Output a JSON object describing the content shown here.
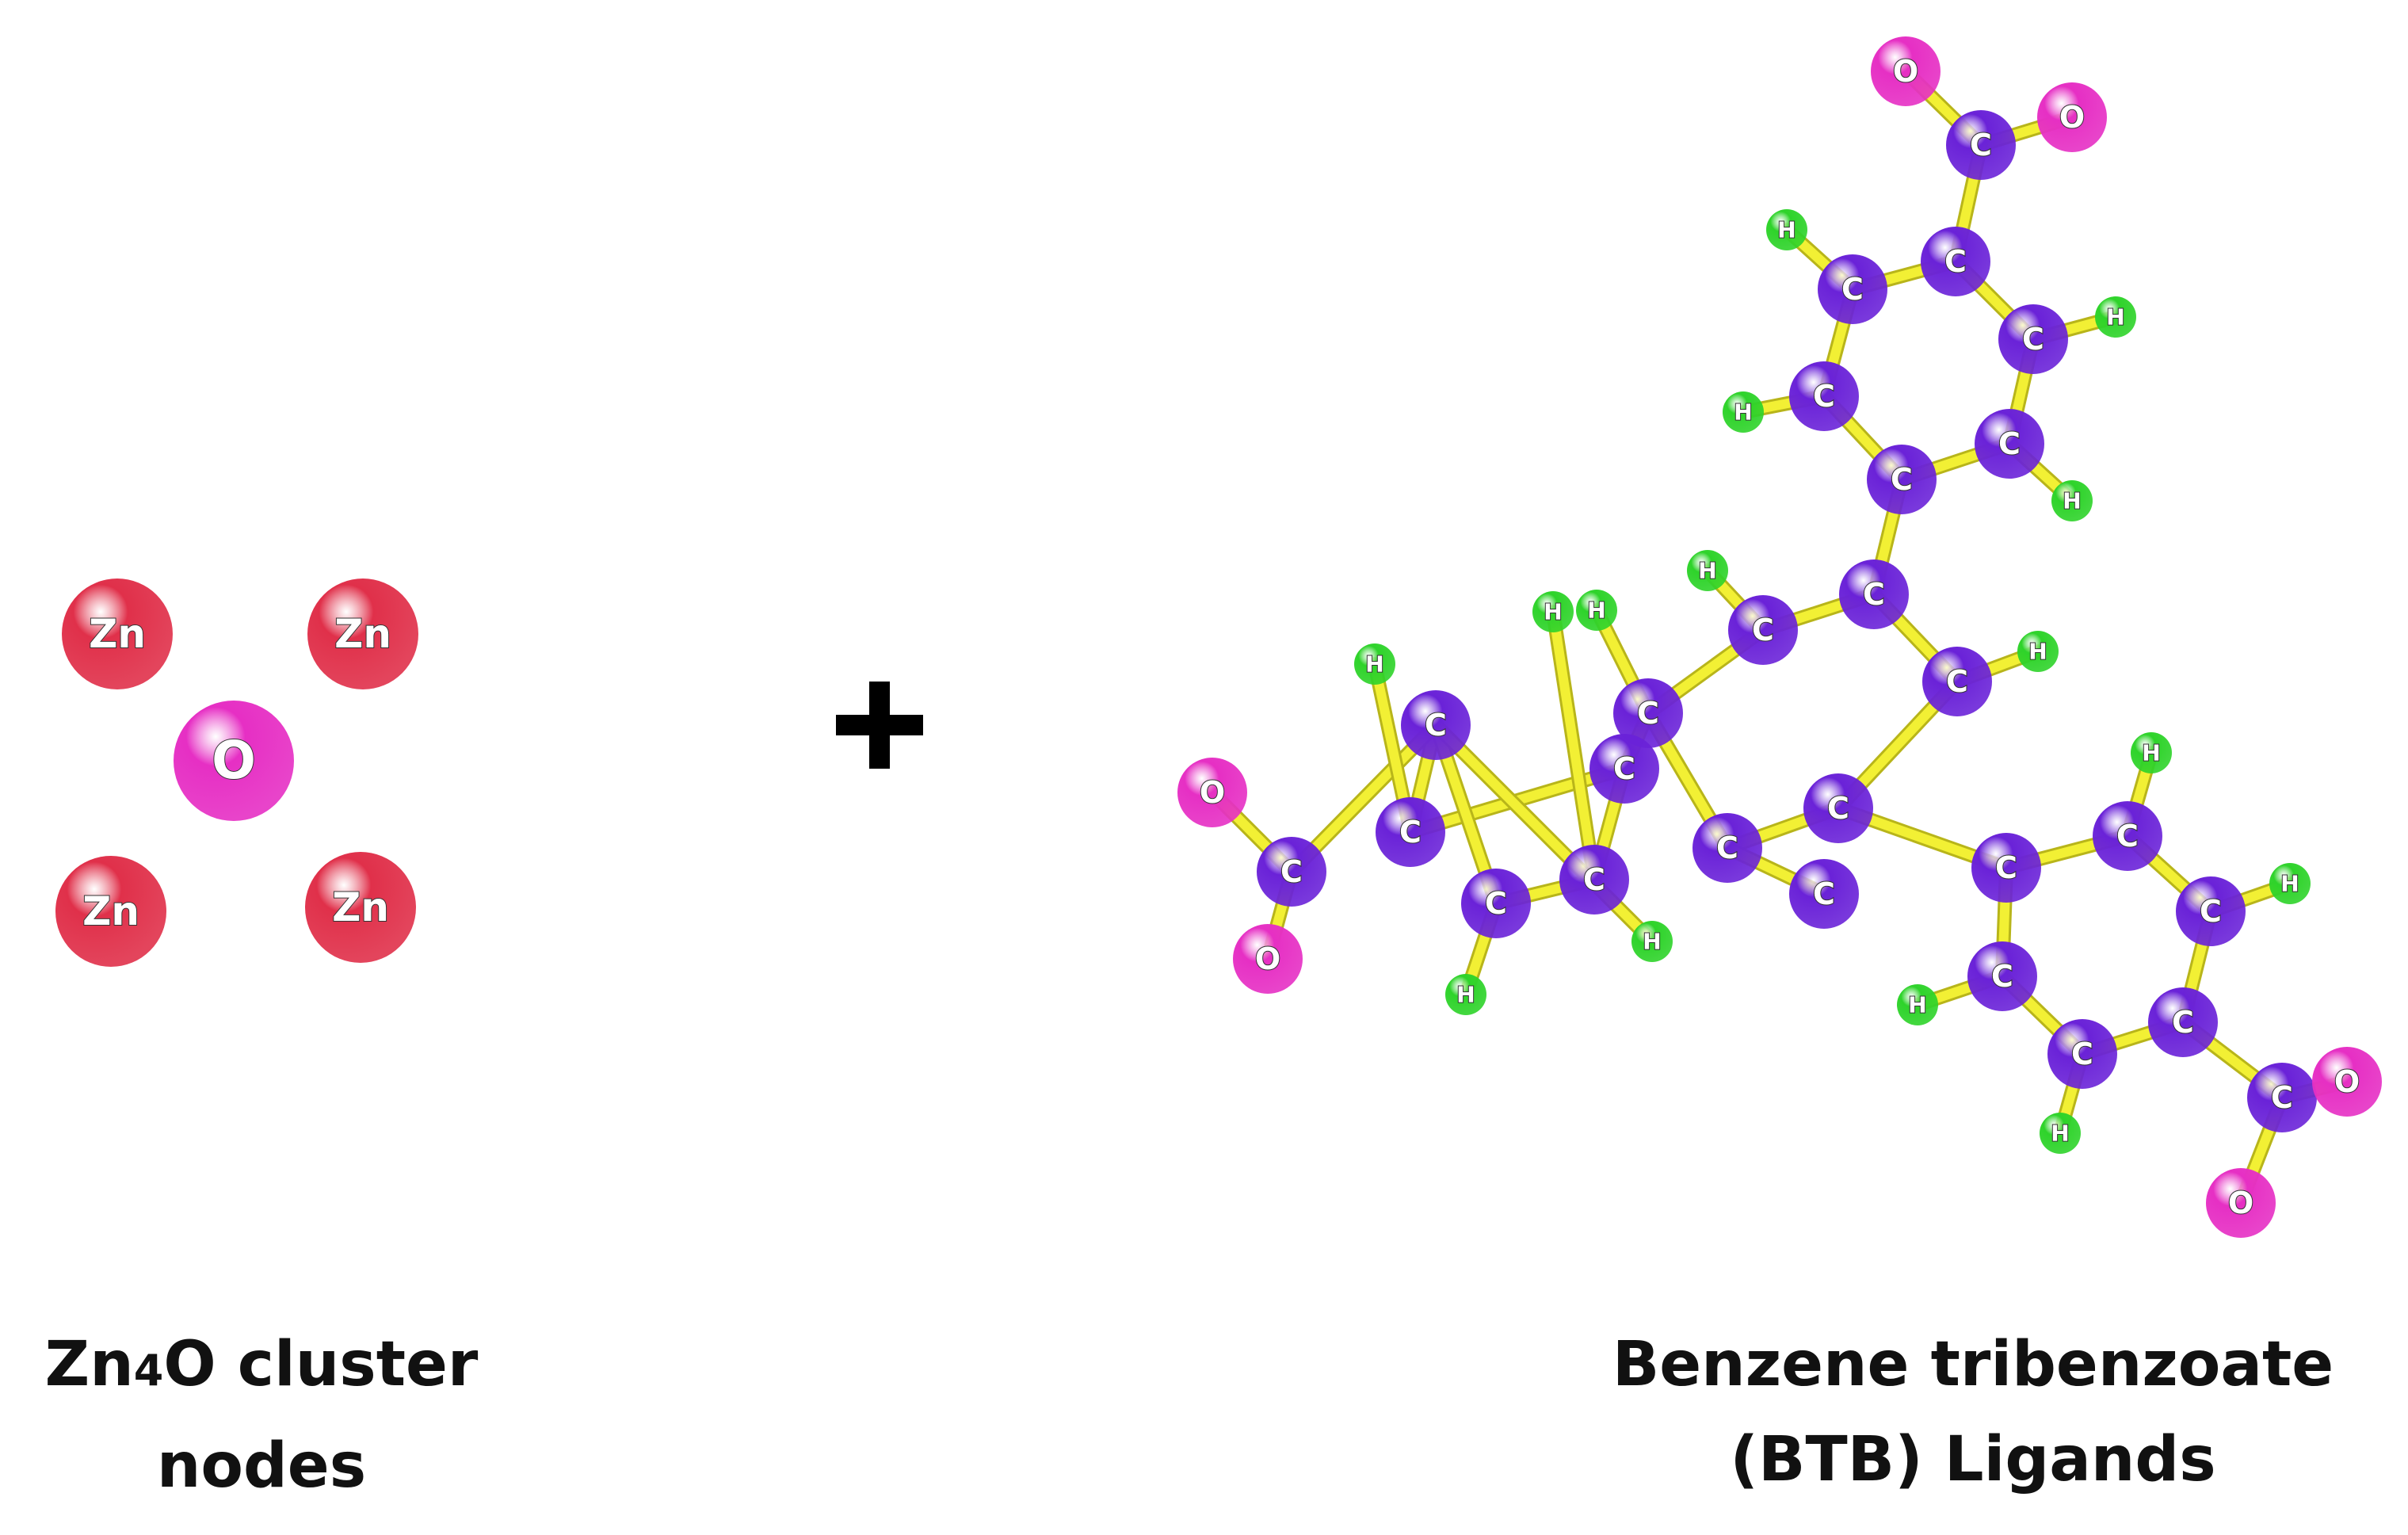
{
  "colors": {
    "zinc": "#e0304a",
    "oxygen": "#e62fc4",
    "carbon": "#6a22d8",
    "hydrogen": "#2ed32a",
    "bond": "#f2f034"
  },
  "left_group": {
    "label_prefix": "Zn",
    "label_subscript": "4",
    "label_suffix": "O cluster",
    "label_line2": "nodes",
    "atoms": [
      {
        "el": "Zn",
        "label": "Zn"
      },
      {
        "el": "Zn",
        "label": "Zn"
      },
      {
        "el": "O",
        "label": "O"
      },
      {
        "el": "Zn",
        "label": "Zn"
      },
      {
        "el": "Zn",
        "label": "Zn"
      }
    ]
  },
  "operator": "+",
  "right_group": {
    "label_line1": "Benzene tribenzoate",
    "label_line2": "(BTB) Ligands",
    "atoms": [
      {
        "el": "O",
        "label": "O"
      },
      {
        "el": "O",
        "label": "O"
      },
      {
        "el": "C",
        "label": "C"
      },
      {
        "el": "C",
        "label": "C"
      },
      {
        "el": "C",
        "label": "C"
      },
      {
        "el": "C",
        "label": "C"
      },
      {
        "el": "C",
        "label": "C"
      },
      {
        "el": "C",
        "label": "C"
      },
      {
        "el": "C",
        "label": "C"
      },
      {
        "el": "H",
        "label": "H"
      },
      {
        "el": "H",
        "label": "H"
      },
      {
        "el": "H",
        "label": "H"
      },
      {
        "el": "H",
        "label": "H"
      },
      {
        "el": "C",
        "label": "C"
      },
      {
        "el": "C",
        "label": "C"
      },
      {
        "el": "C",
        "label": "C"
      },
      {
        "el": "C",
        "label": "C"
      },
      {
        "el": "C",
        "label": "C"
      },
      {
        "el": "C",
        "label": "C"
      },
      {
        "el": "H",
        "label": "H"
      },
      {
        "el": "H",
        "label": "H"
      },
      {
        "el": "H",
        "label": "H"
      },
      {
        "el": "C",
        "label": "C"
      },
      {
        "el": "C",
        "label": "C"
      },
      {
        "el": "C",
        "label": "C"
      },
      {
        "el": "C",
        "label": "C"
      },
      {
        "el": "C",
        "label": "C"
      },
      {
        "el": "C",
        "label": "C"
      },
      {
        "el": "C",
        "label": "C"
      },
      {
        "el": "O",
        "label": "O"
      },
      {
        "el": "O",
        "label": "O"
      },
      {
        "el": "H",
        "label": "H"
      },
      {
        "el": "H",
        "label": "H"
      },
      {
        "el": "H",
        "label": "H"
      },
      {
        "el": "H",
        "label": "H"
      },
      {
        "el": "C",
        "label": "C"
      },
      {
        "el": "C",
        "label": "C"
      },
      {
        "el": "C",
        "label": "C"
      },
      {
        "el": "C",
        "label": "C"
      },
      {
        "el": "C",
        "label": "C"
      },
      {
        "el": "C",
        "label": "C"
      },
      {
        "el": "C",
        "label": "C"
      },
      {
        "el": "O",
        "label": "O"
      },
      {
        "el": "O",
        "label": "O"
      },
      {
        "el": "H",
        "label": "H"
      },
      {
        "el": "H",
        "label": "H"
      },
      {
        "el": "H",
        "label": "H"
      },
      {
        "el": "H",
        "label": "H"
      }
    ]
  }
}
